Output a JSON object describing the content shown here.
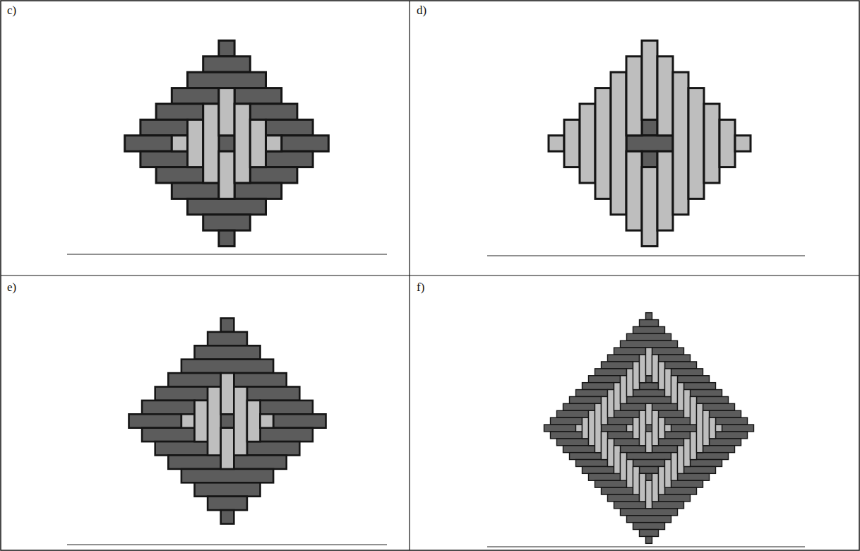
{
  "diagram": {
    "labels": [
      "c)",
      "d)",
      "e)",
      "f)"
    ]
  }
}
